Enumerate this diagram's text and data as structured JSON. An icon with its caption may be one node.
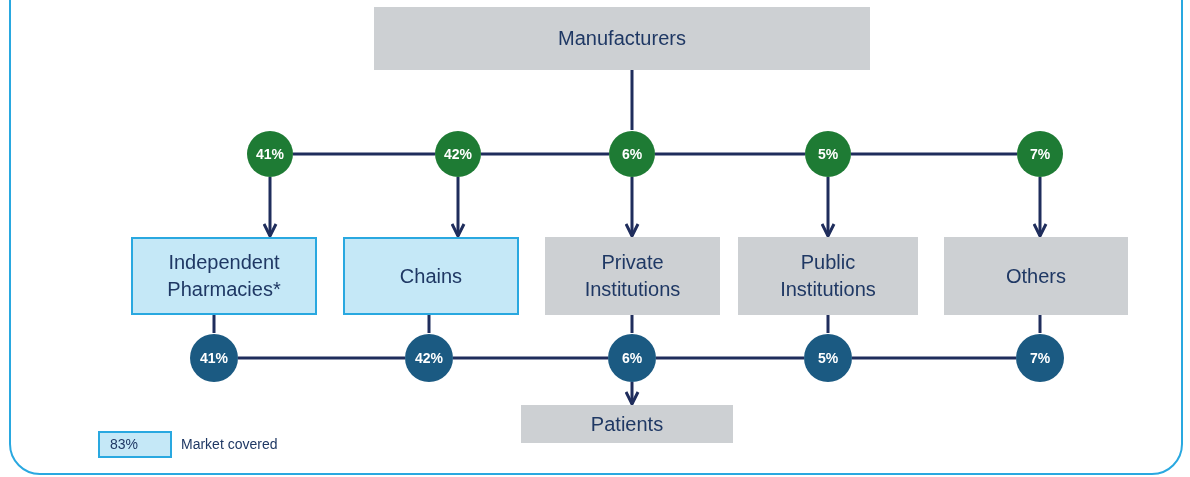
{
  "diagram": {
    "nodes": [
      {
        "text": [
          "Manufacturers"
        ]
      },
      {
        "text": [
          "41%"
        ]
      },
      {
        "text": [
          "42%"
        ]
      },
      {
        "text": [
          "6%"
        ]
      },
      {
        "text": [
          "5%"
        ]
      },
      {
        "text": [
          "7%"
        ]
      },
      {
        "text": [
          "Independent Pharmacies*"
        ]
      },
      {
        "text": [
          "Chains"
        ]
      },
      {
        "text": [
          "Private Institutions"
        ]
      },
      {
        "text": [
          "Public Institutions"
        ]
      },
      {
        "text": [
          "Others"
        ]
      },
      {
        "text": [
          "41%"
        ]
      },
      {
        "text": [
          "42%"
        ]
      },
      {
        "text": [
          "6%"
        ]
      },
      {
        "text": [
          "5%"
        ]
      },
      {
        "text": [
          "7%"
        ]
      },
      {
        "text": [
          "Patients"
        ]
      }
    ],
    "edges": [
      {
        "from": 0,
        "to": 3,
        "arrow": "none"
      },
      {
        "from": 1,
        "to": 2,
        "arrow": "none"
      },
      {
        "from": 2,
        "to": 3,
        "arrow": "none"
      },
      {
        "from": 3,
        "to": 4,
        "arrow": "none"
      },
      {
        "from": 4,
        "to": 5,
        "arrow": "none"
      },
      {
        "from": 1,
        "to": 6,
        "arrow": "to"
      },
      {
        "from": 2,
        "to": 7,
        "arrow": "to"
      },
      {
        "from": 3,
        "to": 8,
        "arrow": "to"
      },
      {
        "from": 4,
        "to": 9,
        "arrow": "to"
      },
      {
        "from": 5,
        "to": 10,
        "arrow": "to"
      },
      {
        "from": 6,
        "to": 11,
        "arrow": "none"
      },
      {
        "from": 7,
        "to": 12,
        "arrow": "none"
      },
      {
        "from": 8,
        "to": 13,
        "arrow": "none"
      },
      {
        "from": 9,
        "to": 14,
        "arrow": "none"
      },
      {
        "from": 10,
        "to": 15,
        "arrow": "none"
      },
      {
        "from": 11,
        "to": 12,
        "arrow": "none"
      },
      {
        "from": 12,
        "to": 13,
        "arrow": "none"
      },
      {
        "from": 13,
        "to": 14,
        "arrow": "none"
      },
      {
        "from": 14,
        "to": 15,
        "arrow": "none"
      },
      {
        "from": 13,
        "to": 16,
        "arrow": "to"
      }
    ],
    "labels": [
      "83%"
    ],
    "legend": [
      {
        "text": "Market covered",
        "color": "#c5e8f7"
      }
    ]
  }
}
